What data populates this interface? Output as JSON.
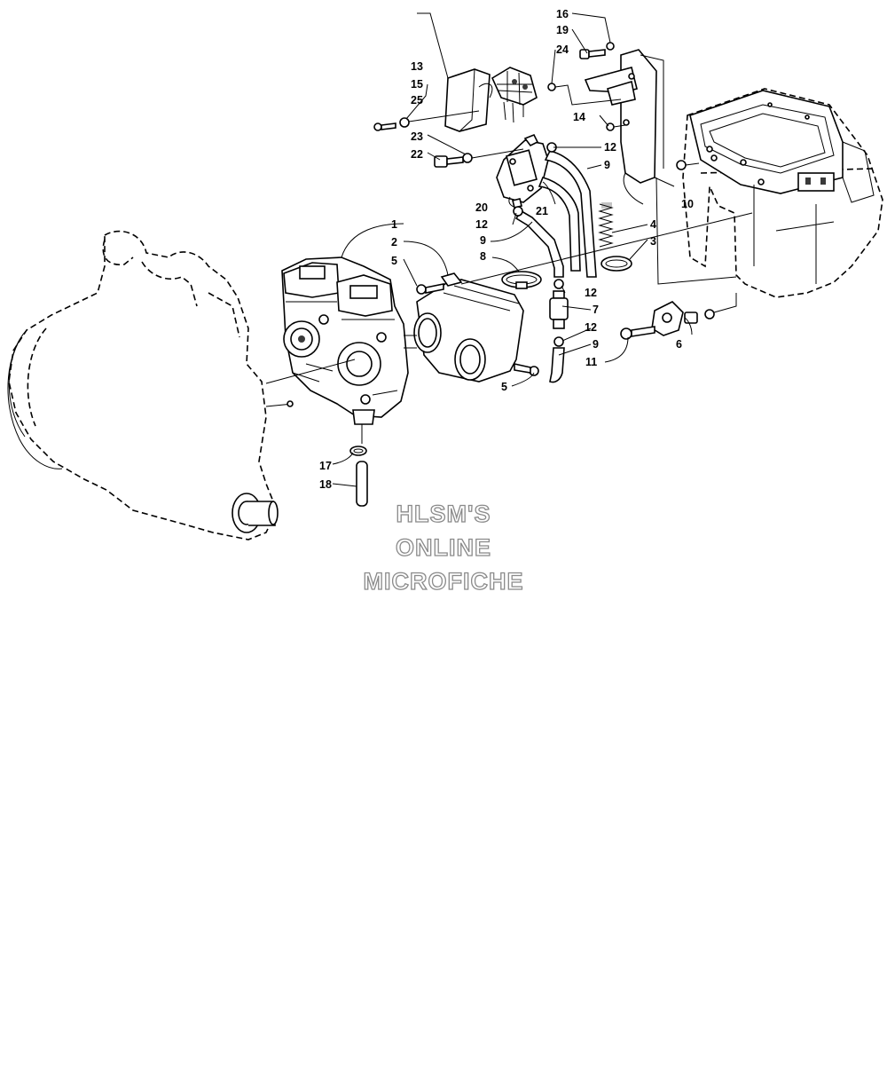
{
  "callouts": [
    {
      "id": "c1",
      "text": "1"
    },
    {
      "id": "c2",
      "text": "2"
    },
    {
      "id": "c3",
      "text": "3"
    },
    {
      "id": "c4",
      "text": "4"
    },
    {
      "id": "c5a",
      "text": "5"
    },
    {
      "id": "c5b",
      "text": "5"
    },
    {
      "id": "c6",
      "text": "6"
    },
    {
      "id": "c7",
      "text": "7"
    },
    {
      "id": "c8",
      "text": "8"
    },
    {
      "id": "c9a",
      "text": "9"
    },
    {
      "id": "c9b",
      "text": "9"
    },
    {
      "id": "c9c",
      "text": "9"
    },
    {
      "id": "c10",
      "text": "10"
    },
    {
      "id": "c11",
      "text": "11"
    },
    {
      "id": "c12a",
      "text": "12"
    },
    {
      "id": "c12b",
      "text": "12"
    },
    {
      "id": "c12c",
      "text": "12"
    },
    {
      "id": "c12d",
      "text": "12"
    },
    {
      "id": "c13",
      "text": "13"
    },
    {
      "id": "c14",
      "text": "14"
    },
    {
      "id": "c15",
      "text": "15"
    },
    {
      "id": "c16",
      "text": "16"
    },
    {
      "id": "c17",
      "text": "17"
    },
    {
      "id": "c18",
      "text": "18"
    },
    {
      "id": "c19",
      "text": "19"
    },
    {
      "id": "c20",
      "text": "20"
    },
    {
      "id": "c21",
      "text": "21"
    },
    {
      "id": "c22",
      "text": "22"
    },
    {
      "id": "c23",
      "text": "23"
    },
    {
      "id": "c24",
      "text": "24"
    },
    {
      "id": "c25",
      "text": "25"
    }
  ],
  "watermark": {
    "line1": "HLSM'S",
    "line2": "ONLINE",
    "line3": "MICROFICHE"
  }
}
